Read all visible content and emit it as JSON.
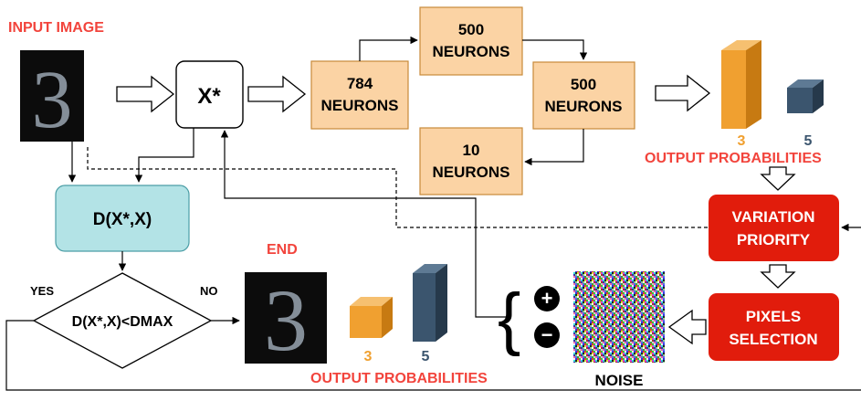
{
  "labels": {
    "input_image": "INPUT IMAGE",
    "x_star": "X*",
    "end": "END",
    "yes": "YES",
    "no": "NO",
    "noise": "NOISE"
  },
  "neurons": {
    "layer1": [
      "784",
      "NEURONS"
    ],
    "layer2": [
      "500",
      "NEURONS"
    ],
    "layer3": [
      "500",
      "NEURONS"
    ],
    "layer4": [
      "10",
      "NEURONS"
    ]
  },
  "distance_box": "D(X*,X)",
  "decision": "D(X*,X)<DMAX",
  "output_top": {
    "label": "OUTPUT PROBABILITIES",
    "class_a": "3",
    "class_b": "5"
  },
  "output_bottom": {
    "label": "OUTPUT PROBABILITIES",
    "class_a": "3",
    "class_b": "5"
  },
  "variation_priority": [
    "VARIATION",
    "PRIORITY"
  ],
  "pixels_selection": [
    "PIXELS",
    "SELECTION"
  ],
  "ops": {
    "plus": "+",
    "minus": "−"
  },
  "digit": "3",
  "colors": {
    "neuron_fill": "#fbd3a4",
    "neuron_stroke": "#c88a3a",
    "teal_fill": "#b3e3e6",
    "red_fill": "#e11c0c",
    "red_label": "#f2443c",
    "orange_cube": "#f0a030",
    "navy_cube": "#3b556e"
  }
}
